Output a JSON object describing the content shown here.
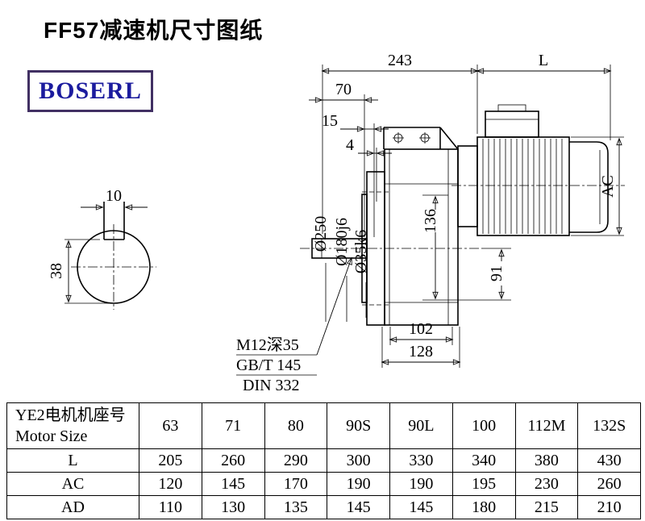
{
  "page": {
    "title": "FF57减速机尺寸图纸"
  },
  "logo": {
    "text": "BOSERL"
  },
  "colors": {
    "background": "#ffffff",
    "line": "#000000",
    "logo_border": "#413063",
    "logo_text": "#1b1b9e"
  },
  "drawing": {
    "dims": {
      "d10": "10",
      "d38": "38",
      "d243": "243",
      "dL": "L",
      "d70": "70",
      "d15": "15",
      "d4": "4",
      "dAC": "AC",
      "d136": "136",
      "d250": "Ø250",
      "d180": "Ø180j6",
      "d35": "Ø35k6",
      "d91": "91",
      "d102": "102",
      "d128": "128"
    },
    "notes": {
      "thread": "M12深35",
      "gb": "GB/T 145",
      "din": "DIN 332"
    }
  },
  "table": {
    "header": {
      "line1": "YE2电机机座号",
      "line2": "Motor Size"
    },
    "sizes": [
      "63",
      "71",
      "80",
      "90S",
      "90L",
      "100",
      "112M",
      "132S"
    ],
    "rows": [
      {
        "label": "L",
        "values": [
          "205",
          "260",
          "290",
          "300",
          "330",
          "340",
          "380",
          "430"
        ]
      },
      {
        "label": "AC",
        "values": [
          "120",
          "145",
          "170",
          "190",
          "190",
          "195",
          "230",
          "260"
        ]
      },
      {
        "label": "AD",
        "values": [
          "110",
          "130",
          "135",
          "145",
          "145",
          "180",
          "215",
          "210"
        ]
      }
    ]
  }
}
